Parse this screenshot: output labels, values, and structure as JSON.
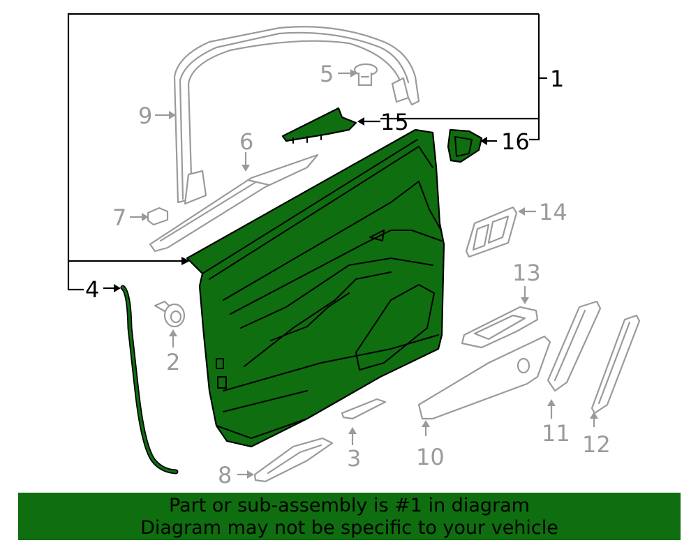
{
  "callouts": {
    "c1": "1",
    "c2": "2",
    "c3": "3",
    "c4": "4",
    "c5": "5",
    "c6": "6",
    "c7": "7",
    "c8": "8",
    "c9": "9",
    "c10": "10",
    "c11": "11",
    "c12": "12",
    "c13": "13",
    "c14": "14",
    "c15": "15",
    "c16": "16"
  },
  "banner": {
    "line1": "Part or sub-assembly is #1 in diagram",
    "line2": "Diagram may not be specific to your vehicle"
  },
  "colors": {
    "highlight": "#0f6e0f",
    "highlighted_outline": "#000000",
    "other_parts": "#9a9a9a",
    "background": "#ffffff"
  }
}
